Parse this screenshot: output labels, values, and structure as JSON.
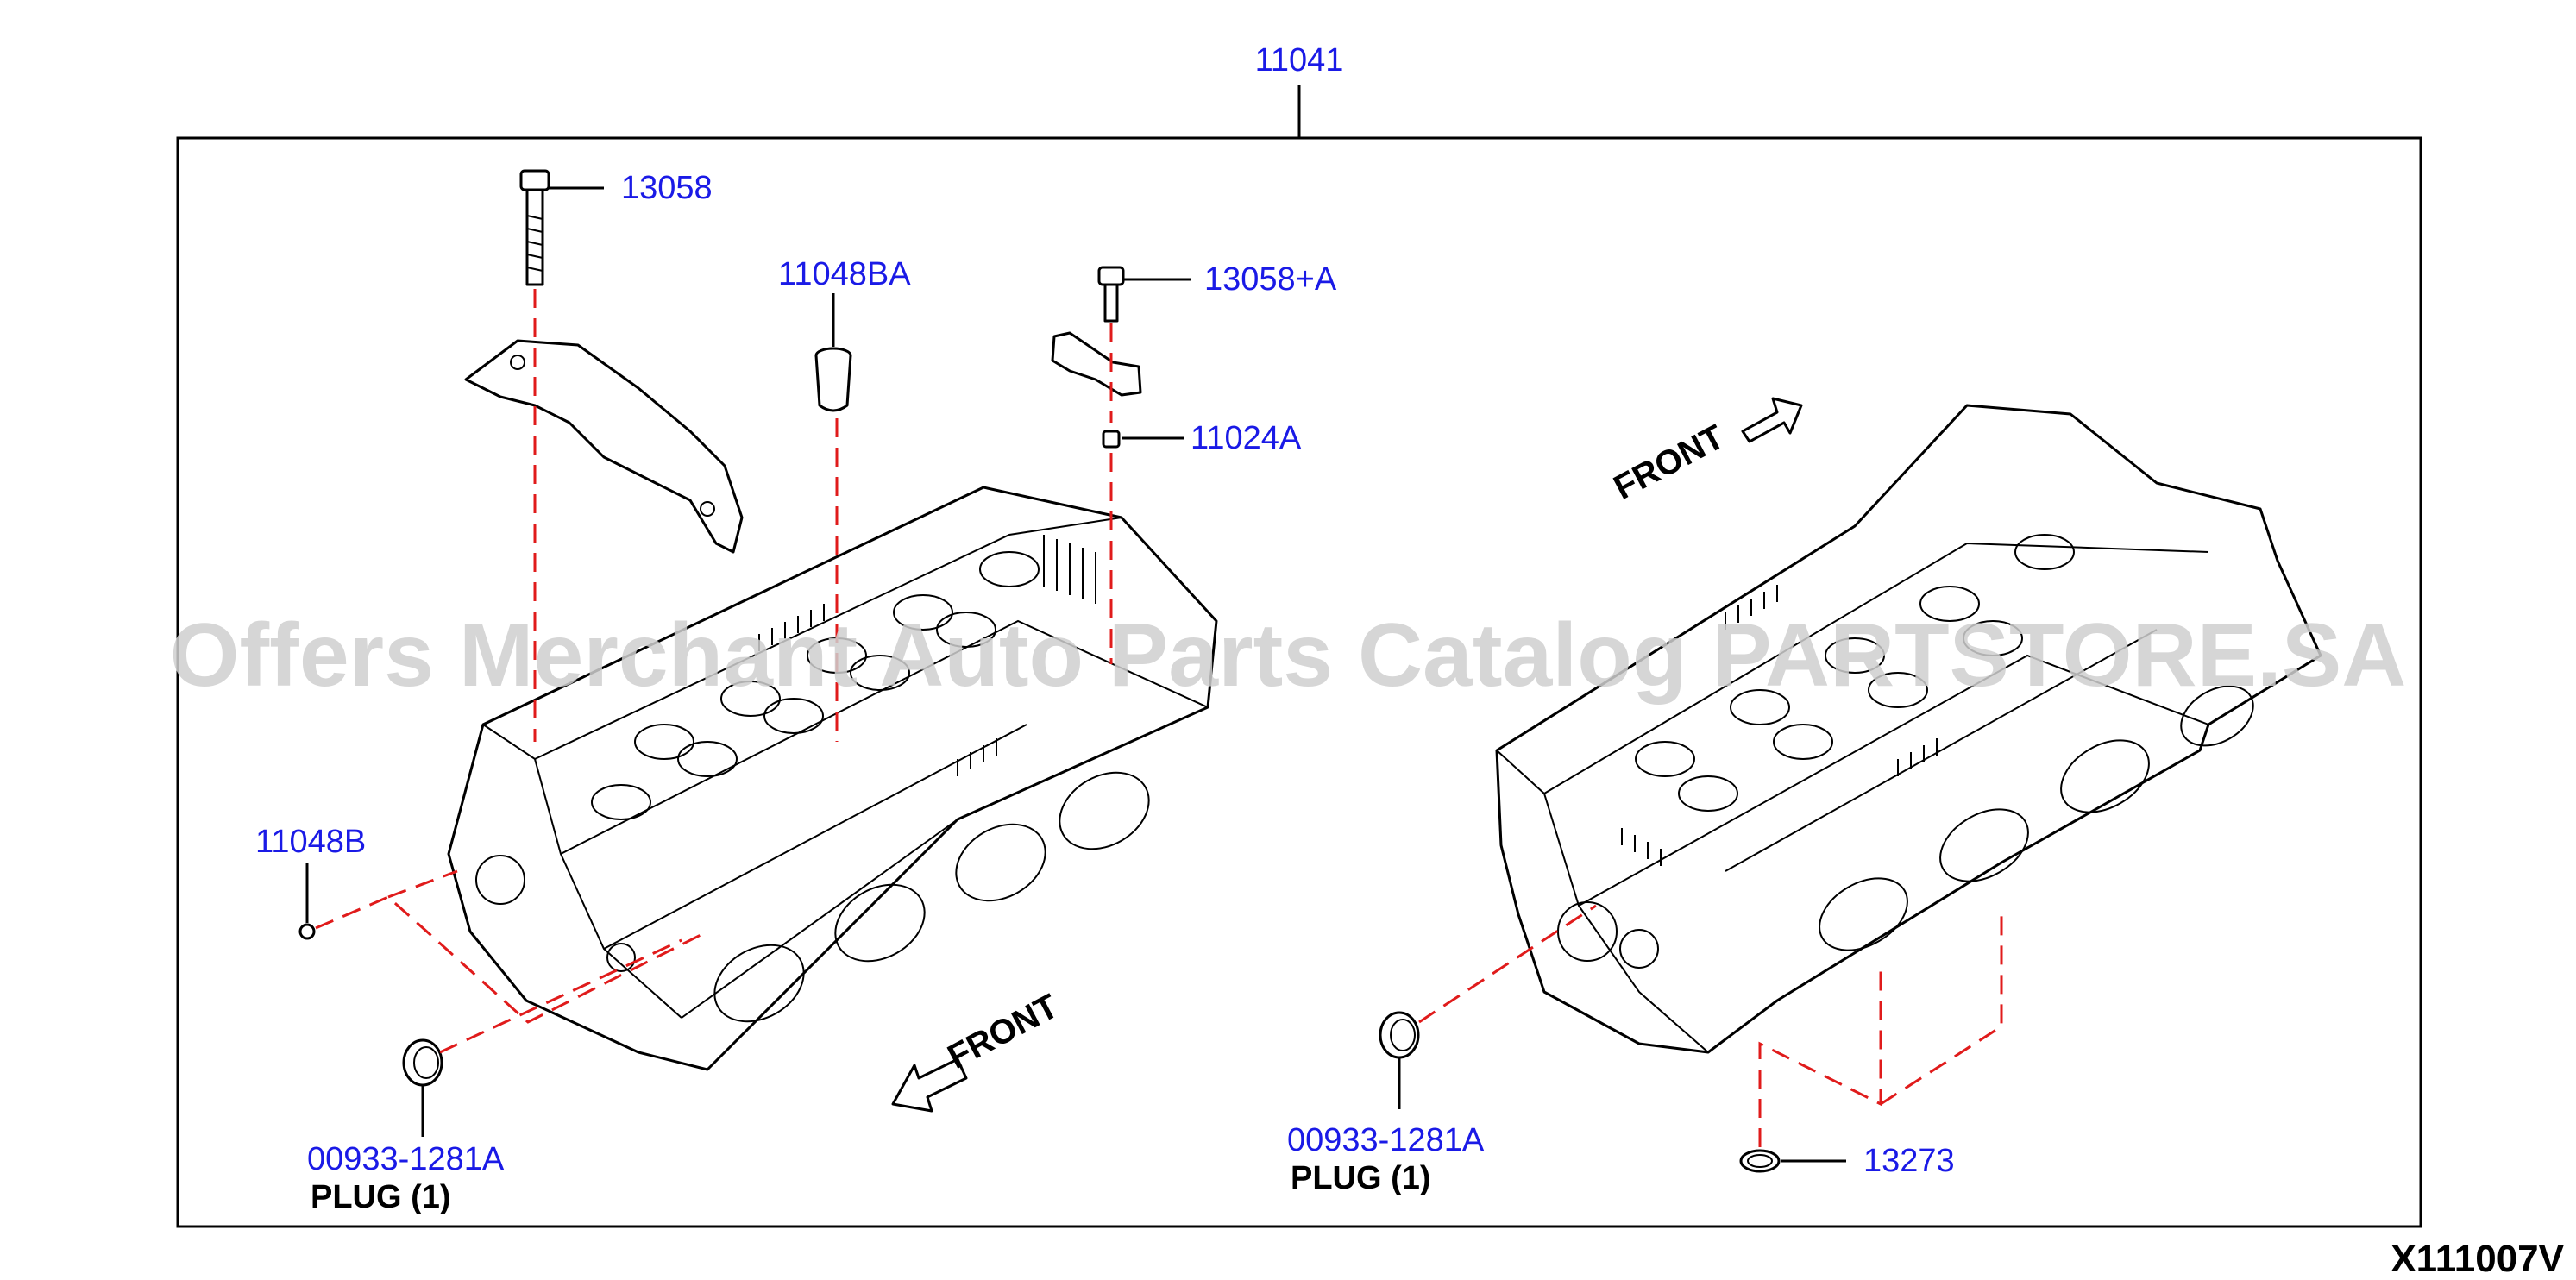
{
  "diagram": {
    "assembly_ref": "11041",
    "diagram_code": "X111007V",
    "watermark": "Offers Merchant Auto Parts Catalog PARTSTORE.SA",
    "front_labels": [
      "FRONT",
      "FRONT"
    ],
    "callouts": {
      "bolt_13058": "13058",
      "plug_11048BA": "11048BA",
      "bolt_13058A": "13058+A",
      "dowel_11024A": "11024A",
      "plug_11048B": "11048B",
      "plug_left_part": "00933-1281A",
      "plug_left_name": "PLUG (1)",
      "plug_right_part": "00933-1281A",
      "plug_right_name": "PLUG (1)",
      "ring_13273": "13273"
    }
  }
}
